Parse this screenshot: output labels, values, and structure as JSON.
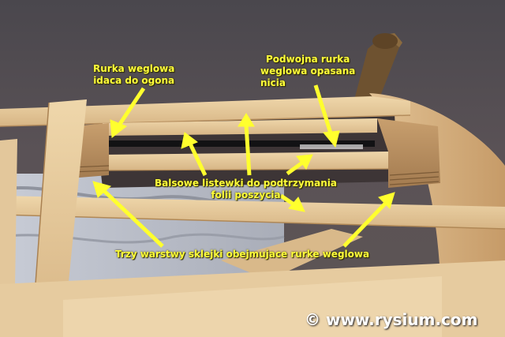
{
  "labels": {
    "rurka_do_ogona": [
      "Rurka weglowa",
      "idaca do ogona"
    ],
    "podwojna_rurka": [
      "Podwojna rurka",
      "weglowa opasana",
      "nicia"
    ],
    "balsowe_listewki": [
      "Balsowe listewki do podtrzymania",
      "folii poszycia"
    ],
    "trzy_warstwy": [
      "Trzy warstwy sklejki obejmujace rurke weglowa"
    ]
  },
  "watermark": "© www.rysium.com",
  "colors": {
    "annotation": "#ffff3a",
    "watermark": "#ffffff"
  }
}
